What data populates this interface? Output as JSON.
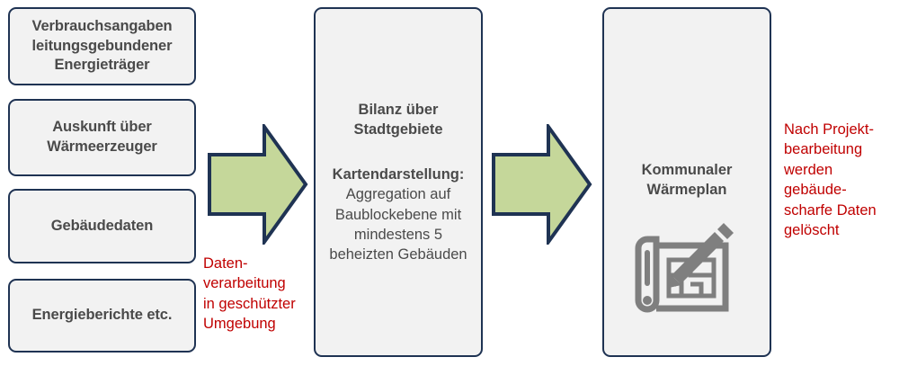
{
  "diagram": {
    "title": "Kommunale Waermeplanung Datenfluss",
    "colors": {
      "box_fill": "#f2f2f2",
      "box_border": "#1f3353",
      "box_text": "#4a4a4a",
      "arrow_fill": "#c5d79a",
      "arrow_border": "#1f3353",
      "note_red": "#c00000",
      "icon_gray": "#7f7f7f",
      "background": "#ffffff"
    }
  },
  "inputs": {
    "boxes": [
      {
        "label": "Verbrauchsangaben\nleitungsgebundener\nEnergieträger"
      },
      {
        "label": "Auskunft über\nWärmeerzeuger"
      },
      {
        "label": "Gebäudedaten"
      },
      {
        "label": "Energieberichte etc."
      }
    ]
  },
  "center": {
    "title": "Bilanz über\nStadtgebiete",
    "sub_heading": "Kartendarstellung:",
    "sub_body": "Aggregation auf\nBaublockebene mit\nmindestens 5\nbeheizten Gebäuden"
  },
  "output": {
    "title": "Kommunaler\nWärmeplan",
    "icon": "blueprint-pencil-icon"
  },
  "notes": {
    "left": "Daten-\nverarbeitung\nin geschützter\nUmgebung",
    "right": "Nach Projekt-\nbearbeitung\nwerden\ngebäude-\nscharfe Daten\ngelöscht"
  },
  "arrows": [
    {
      "name": "arrow-inputs-to-bilanz",
      "direction": "right"
    },
    {
      "name": "arrow-bilanz-to-waermeplan",
      "direction": "right"
    }
  ]
}
